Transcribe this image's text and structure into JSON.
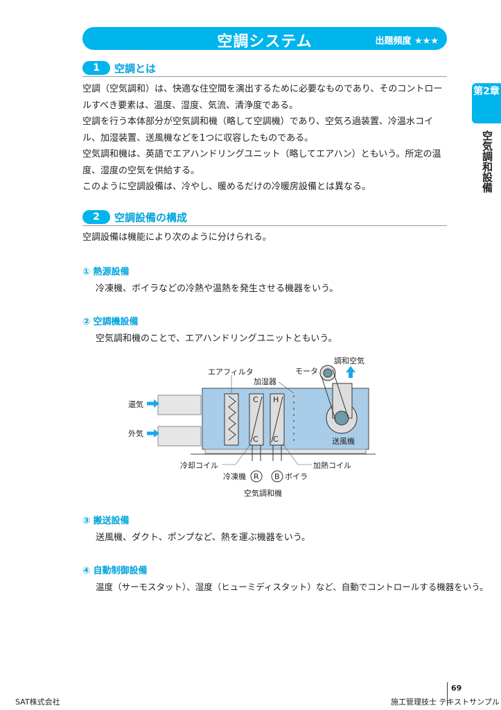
{
  "header": {
    "title": "空調システム",
    "frequency": "出題頻度 ★★★"
  },
  "chapter": {
    "tab": "第2章",
    "side": "空気調和設備"
  },
  "section1": {
    "num": "1",
    "title": "空調とは",
    "paragraphs": [
      "空調（空気調和）は、快適な住空間を演出するために必要なものであり、そのコントロールすべき要素は、温度、湿度、気流、清浄度である。",
      "空調を行う本体部分が空気調和機（略して空調機）であり、空気ろ過装置、冷温水コイル、加湿装置、送風機などを1つに収容したものである。",
      "空気調和機は、英語でエアハンドリングユニット（略してエアハン）ともいう。所定の温度、湿度の空気を供給する。",
      "このように空調設備は、冷やし、暖めるだけの冷暖房設備とは異なる。"
    ]
  },
  "section2": {
    "num": "2",
    "title": "空調設備の構成",
    "intro": "空調設備は機能により次のように分けられる。",
    "items": [
      {
        "title": "① 熱源設備",
        "desc": "冷凍機、ボイラなどの冷熱や温熱を発生させる機器をいう。"
      },
      {
        "title": "② 空調機設備",
        "desc": "空気調和機のことで、エアハンドリングユニットともいう。"
      },
      {
        "title": "③ 搬送設備",
        "desc": "送風機、ダクト、ポンプなど、熱を運ぶ機器をいう。"
      },
      {
        "title": "④ 自動制御設備",
        "desc": "温度（サーモスタット）、湿度（ヒューミディスタット）など、自動でコントロールする機器をいう。"
      }
    ]
  },
  "diagram": {
    "return_air": "還気",
    "outside_air": "外気",
    "air_filter": "エアフィルタ",
    "humidifier": "加湿器",
    "motor": "モータ",
    "supply_air": "調和空気",
    "fan": "送風機",
    "cooling_coil": "冷却コイル",
    "heating_coil": "加熱コイル",
    "refrigerator": "冷凍機",
    "boiler": "ボイラ",
    "r": "R",
    "b": "B",
    "c1": "C",
    "c2": "C",
    "h": "H",
    "c3": "C",
    "caption": "空気調和機"
  },
  "footer": {
    "publisher": "SAT株式会社",
    "page": "69",
    "book": "施工管理技士 テキストサンプル"
  }
}
